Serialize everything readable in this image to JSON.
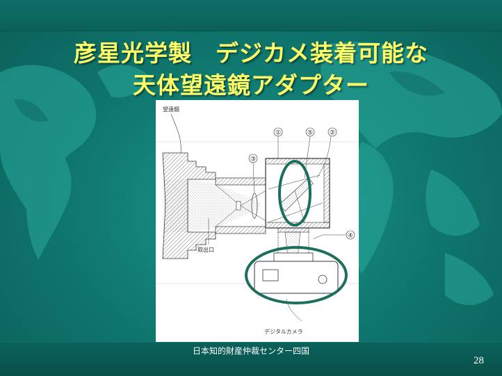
{
  "slide": {
    "title_line1": "彦星光学製　デジカメ装着可能な",
    "title_line2": "天体望遠鏡アダプター",
    "footer": "日本知的財産仲裁センター四国",
    "page_number": "28"
  },
  "figure": {
    "label_telescope": "望遠鏡",
    "label_outlet": "取出口",
    "label_camera": "デジタルカメラ",
    "callouts": [
      "①",
      "⑤",
      "②",
      "③",
      "④"
    ]
  },
  "colors": {
    "title": "#ffff66",
    "highlight_ellipse": "#1e6e5e",
    "background": "#107a71"
  }
}
